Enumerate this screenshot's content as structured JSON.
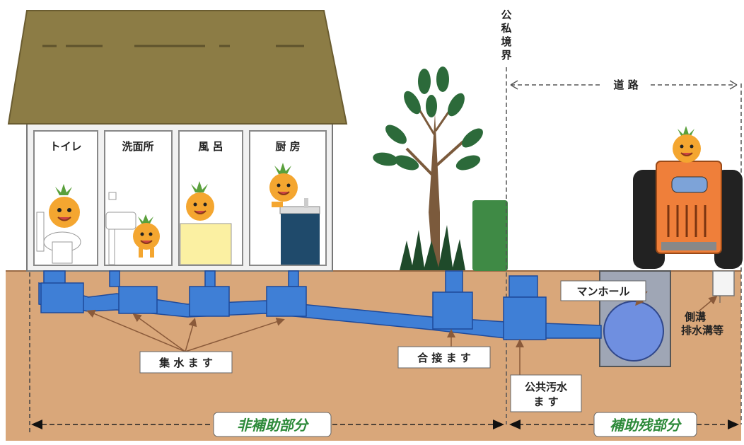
{
  "rooms": {
    "toilet": "トイレ",
    "washroom": "洗面所",
    "bath": "風 呂",
    "kitchen": "厨 房"
  },
  "boundary": [
    "公",
    "私",
    "境",
    "界"
  ],
  "road_label": "道 路",
  "labels": {
    "collection_basin": "集 水 ま す",
    "junction_basin": "合 接 ま す",
    "public_sewage_basin": [
      "公共汚水",
      "ま す"
    ],
    "manhole": "マンホール",
    "side_ditch": [
      "側溝",
      "排水溝等"
    ]
  },
  "regions": {
    "non_subsidized": "非補助部分",
    "subsidized": "補助残部分"
  },
  "colors": {
    "soil": "#d9a77a",
    "pipe": "#3f7fd6",
    "roof": "#8c7c45",
    "region_text": "#2d8a3a"
  }
}
